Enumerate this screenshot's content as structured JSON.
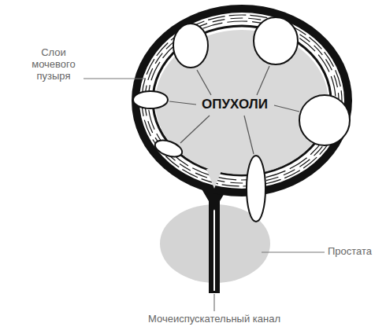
{
  "diagram": {
    "labels": [
      "Слои мочевого пузыря",
      "ОПУХОЛИ",
      "Простата",
      "Мочеиспускательный канал"
    ]
  }
}
